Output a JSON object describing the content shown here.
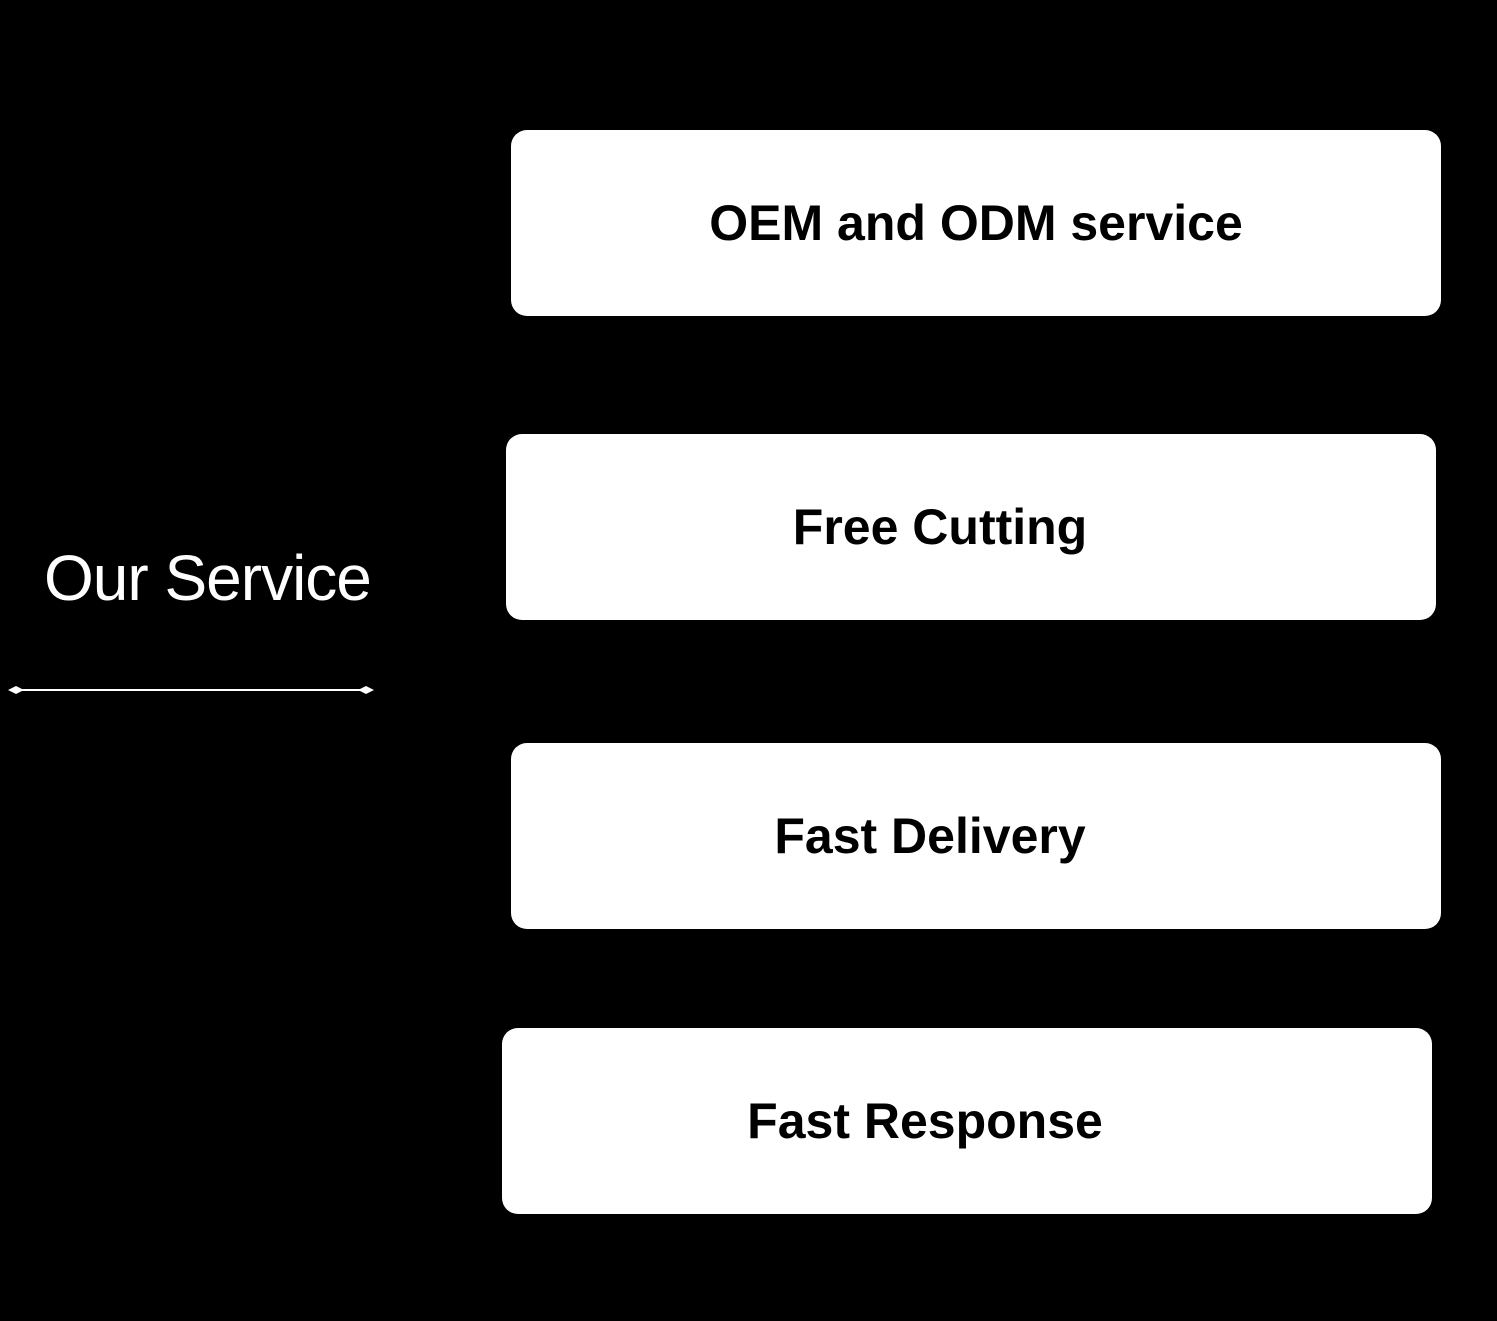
{
  "heading": "Our Service",
  "colors": {
    "background": "#000000",
    "card": "#ffffff",
    "heading_text": "#ffffff",
    "card_text": "#000000"
  },
  "services": [
    {
      "label": "OEM and ODM service"
    },
    {
      "label": "Free Cutting"
    },
    {
      "label": "Fast Delivery"
    },
    {
      "label": "Fast Response"
    }
  ]
}
